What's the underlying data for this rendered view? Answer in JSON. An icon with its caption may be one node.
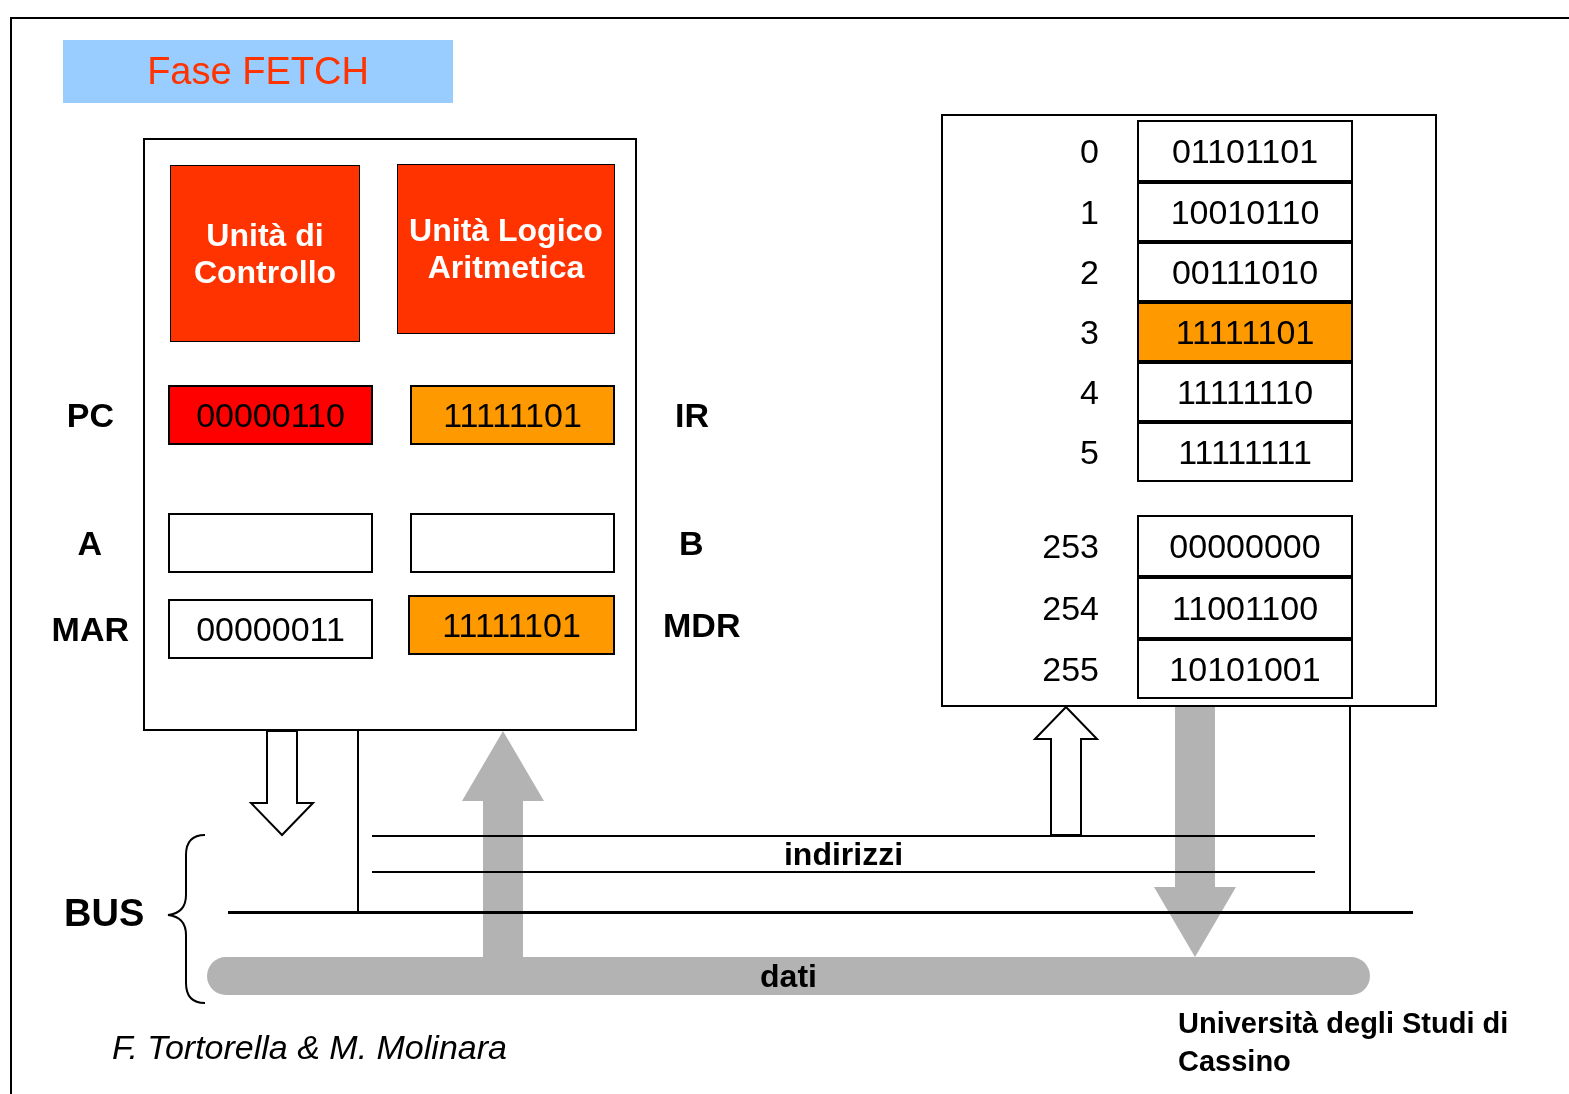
{
  "diagram": {
    "title": "Fase FETCH",
    "nodes": [
      {
        "text": [],
        "shape": "box"
      },
      {
        "text": [
          "Unità di Controllo"
        ],
        "in": 0
      },
      {
        "text": [
          "Unità Logico Aritmetica"
        ],
        "in": 0
      },
      {
        "text": [
          "00000110"
        ],
        "beside": [
          "PC"
        ],
        "in": 0
      },
      {
        "text": [
          "11111101"
        ],
        "beside": [
          "IR"
        ],
        "in": 0
      },
      {
        "text": [],
        "shape": "box",
        "beside": [
          "A"
        ],
        "in": 0
      },
      {
        "text": [],
        "shape": "box",
        "beside": [
          "B"
        ],
        "in": 0
      },
      {
        "text": [
          "00000011"
        ],
        "beside": [
          "MAR"
        ],
        "in": 0
      },
      {
        "text": [
          "11111101"
        ],
        "beside": [
          "MDR"
        ],
        "in": 0
      },
      {
        "text": [],
        "shape": "box"
      },
      {
        "text": [
          "01101101"
        ],
        "beside": [
          "0"
        ],
        "in": 9
      },
      {
        "text": [
          "10010110"
        ],
        "beside": [
          "1"
        ],
        "in": 9
      },
      {
        "text": [
          "00111010"
        ],
        "beside": [
          "2"
        ],
        "in": 9
      },
      {
        "text": [
          "11111101"
        ],
        "beside": [
          "3"
        ],
        "in": 9
      },
      {
        "text": [
          "11111110"
        ],
        "beside": [
          "4"
        ],
        "in": 9
      },
      {
        "text": [
          "11111111"
        ],
        "beside": [
          "5"
        ],
        "in": 9
      },
      {
        "text": [
          "00000000"
        ],
        "beside": [
          "253"
        ],
        "in": 9
      },
      {
        "text": [
          "11001100"
        ],
        "beside": [
          "254"
        ],
        "in": 9
      },
      {
        "text": [
          "10101001"
        ],
        "beside": [
          "255"
        ],
        "in": 9
      },
      {
        "text": [
          "indirizzi"
        ]
      },
      {
        "text": [],
        "shape": "bar"
      },
      {
        "text": [
          "dati"
        ]
      }
    ],
    "edges": [
      {
        "from": 0,
        "to": 19,
        "arrow": "to"
      },
      {
        "from": 21,
        "to": 0,
        "arrow": "to",
        "style": "thick",
        "color": "#b3b3b3"
      },
      {
        "from": 19,
        "to": 9,
        "arrow": "to"
      },
      {
        "from": 9,
        "to": 21,
        "arrow": "to",
        "style": "thick",
        "color": "#b3b3b3"
      },
      {
        "from": 0,
        "to": 20,
        "arrow": "none"
      },
      {
        "from": 9,
        "to": 20,
        "arrow": "none"
      }
    ],
    "labels": [
      "BUS",
      "F. Tortorella & M. Molinara",
      "Università degli Studi di Cassino"
    ]
  }
}
